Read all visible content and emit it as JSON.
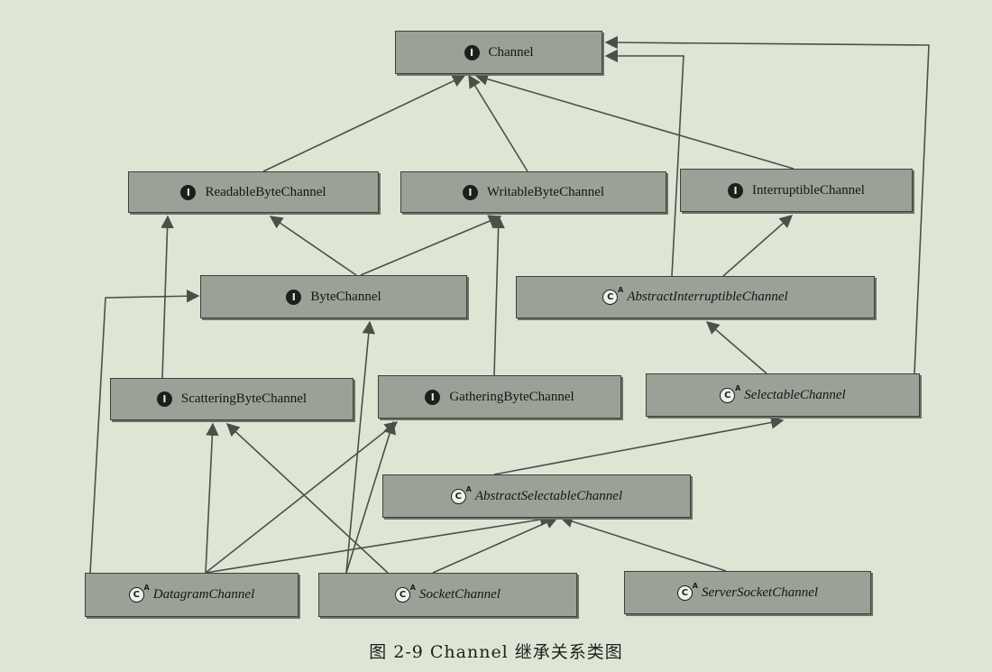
{
  "nodes": {
    "channel": {
      "label": "Channel",
      "kind": "interface",
      "icon": "interface-icon"
    },
    "readable_byte_channel": {
      "label": "ReadableByteChannel",
      "kind": "interface",
      "icon": "interface-icon"
    },
    "writable_byte_channel": {
      "label": "WritableByteChannel",
      "kind": "interface",
      "icon": "interface-icon"
    },
    "interruptible_channel": {
      "label": "InterruptibleChannel",
      "kind": "interface",
      "icon": "interface-icon"
    },
    "byte_channel": {
      "label": "ByteChannel",
      "kind": "interface",
      "icon": "interface-icon"
    },
    "abstract_interruptible_channel": {
      "label": "AbstractInterruptibleChannel",
      "kind": "abstract-class",
      "icon": "abstract-class-icon"
    },
    "scattering_byte_channel": {
      "label": "ScatteringByteChannel",
      "kind": "interface",
      "icon": "interface-icon"
    },
    "gathering_byte_channel": {
      "label": "GatheringByteChannel",
      "kind": "interface",
      "icon": "interface-icon"
    },
    "selectable_channel": {
      "label": "SelectableChannel",
      "kind": "abstract-class",
      "icon": "abstract-class-icon"
    },
    "abstract_selectable_channel": {
      "label": "AbstractSelectableChannel",
      "kind": "abstract-class",
      "icon": "abstract-class-icon"
    },
    "datagram_channel": {
      "label": "DatagramChannel",
      "kind": "abstract-class",
      "icon": "abstract-class-icon"
    },
    "socket_channel": {
      "label": "SocketChannel",
      "kind": "abstract-class",
      "icon": "abstract-class-icon"
    },
    "server_socket_channel": {
      "label": "ServerSocketChannel",
      "kind": "abstract-class",
      "icon": "abstract-class-icon"
    }
  },
  "edges": [
    {
      "from": "readable_byte_channel",
      "to": "channel"
    },
    {
      "from": "writable_byte_channel",
      "to": "channel"
    },
    {
      "from": "interruptible_channel",
      "to": "channel"
    },
    {
      "from": "abstract_interruptible_channel",
      "to": "channel"
    },
    {
      "from": "selectable_channel",
      "to": "channel"
    },
    {
      "from": "byte_channel",
      "to": "readable_byte_channel"
    },
    {
      "from": "byte_channel",
      "to": "writable_byte_channel"
    },
    {
      "from": "abstract_interruptible_channel",
      "to": "interruptible_channel"
    },
    {
      "from": "scattering_byte_channel",
      "to": "readable_byte_channel"
    },
    {
      "from": "gathering_byte_channel",
      "to": "writable_byte_channel"
    },
    {
      "from": "selectable_channel",
      "to": "abstract_interruptible_channel"
    },
    {
      "from": "abstract_selectable_channel",
      "to": "selectable_channel"
    },
    {
      "from": "datagram_channel",
      "to": "byte_channel"
    },
    {
      "from": "datagram_channel",
      "to": "scattering_byte_channel"
    },
    {
      "from": "datagram_channel",
      "to": "gathering_byte_channel"
    },
    {
      "from": "datagram_channel",
      "to": "abstract_selectable_channel"
    },
    {
      "from": "socket_channel",
      "to": "byte_channel"
    },
    {
      "from": "socket_channel",
      "to": "scattering_byte_channel"
    },
    {
      "from": "socket_channel",
      "to": "gathering_byte_channel"
    },
    {
      "from": "socket_channel",
      "to": "abstract_selectable_channel"
    },
    {
      "from": "server_socket_channel",
      "to": "abstract_selectable_channel"
    }
  ],
  "caption": "图 2-9   Channel 继承关系类图",
  "colors": {
    "background": "#dde6d5",
    "node_fill": "#9aa197",
    "node_border": "#3c423a",
    "edge": "#4a5048"
  }
}
